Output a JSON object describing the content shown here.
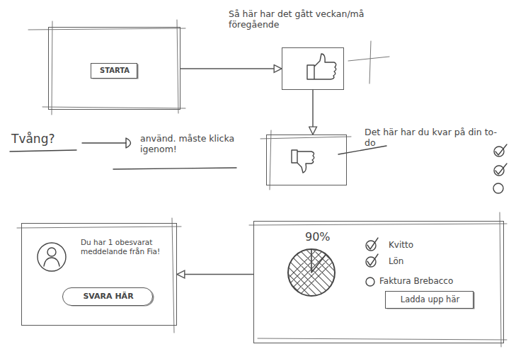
{
  "diagram": {
    "nodes": [
      {
        "text": []
      },
      {
        "text": [
          "STARTA"
        ],
        "in": 0
      },
      {
        "text": [
          "Så här har det gått veckan/må föregående"
        ]
      },
      {
        "text": [
          "Det här har du kvar på din to-do"
        ]
      },
      {
        "text": [
          "Du har 1 obesvarat meddelande från Fia!"
        ]
      },
      {
        "text": [
          "SVARA HÄR"
        ],
        "in": 4
      },
      {
        "text": [
          "90%",
          "Kvitto",
          "Lön",
          "Faktura Brebacco"
        ]
      },
      {
        "text": [
          "Ladda upp här"
        ],
        "in": 6
      }
    ],
    "edges": [
      {
        "from": 0,
        "to": 2,
        "arrow": "to"
      },
      {
        "from": 2,
        "to": 3,
        "arrow": "to"
      },
      {
        "from": 6,
        "to": 4,
        "arrow": "to"
      }
    ],
    "labels": [
      "Tvång?",
      "använd. måste klicka igenom!"
    ]
  }
}
